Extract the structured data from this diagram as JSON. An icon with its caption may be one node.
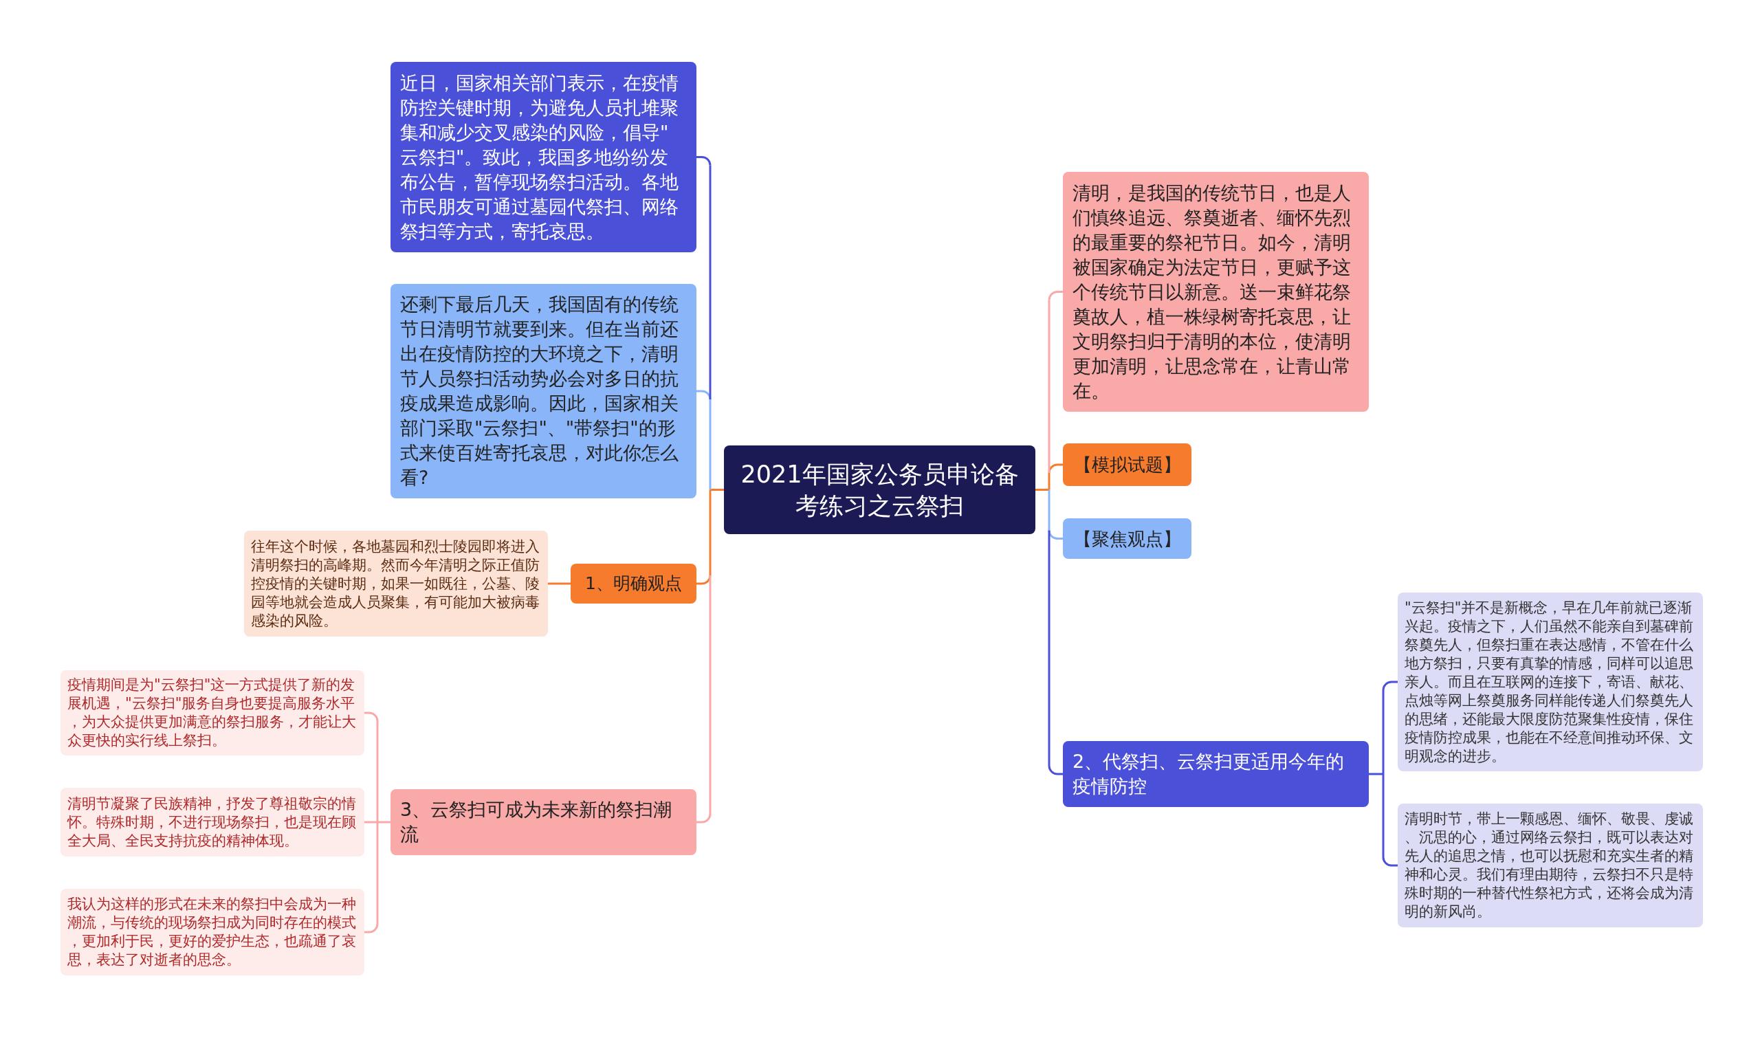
{
  "diagram": {
    "nodes": [
      {
        "text": [
          "2021年国家公务员申论备考练习之云祭扫"
        ]
      },
      {
        "text": [
          "近日，国家相关部门表示，在疫情防控关键时期，为避免人员扎堆聚集和减少交叉感染的风险，倡导\"云祭扫\"。致此，我国多地纷纷发布公告，暂停现场祭扫活动。各地市民朋友可通过墓园代祭扫、网络祭扫等方式，寄托哀思。"
        ]
      },
      {
        "text": [
          "还剩下最后几天，我国固有的传统节日清明节就要到来。但在当前还出在疫情防控的大环境之下，清明节人员祭扫活动势必会对多日的抗疫成果造成影响。因此，国家相关部门采取\"云祭扫\"、\"带祭扫\"的形式来使百姓寄托哀思，对此你怎么看?"
        ]
      },
      {
        "text": [
          "1、明确观点"
        ]
      },
      {
        "text": [
          "往年这个时候，各地墓园和烈士陵园即将进入清明祭扫的高峰期。然而今年清明之际正值防控疫情的关键时期，如果一如既往，公墓、陵园等地就会造成人员聚集，有可能加大被病毒感染的风险。"
        ]
      },
      {
        "text": [
          "3、云祭扫可成为未来新的祭扫潮流"
        ]
      },
      {
        "text": [
          "疫情期间是为\"云祭扫\"这一方式提供了新的发展机遇，\"云祭扫\"服务自身也要提高服务水平，为大众提供更加满意的祭扫服务，才能让大众更快的实行线上祭扫。"
        ]
      },
      {
        "text": [
          "清明节凝聚了民族精神，抒发了尊祖敬宗的情怀。特殊时期，不进行现场祭扫，也是现在顾全大局、全民支持抗疫的精神体现。"
        ]
      },
      {
        "text": [
          "我认为这样的形式在未来的祭扫中会成为一种潮流，与传统的现场祭扫成为同时存在的模式，更加利于民，更好的爱护生态，也疏通了哀思，表达了对逝者的思念。"
        ]
      },
      {
        "text": [
          "清明，是我国的传统节日，也是人们慎终追远、祭奠逝者、缅怀先烈的最重要的祭祀节日。如今，清明被国家确定为法定节日，更赋予这个传统节日以新意。送一束鲜花祭奠故人，植一株绿树寄托哀思，让文明祭扫归于清明的本位，使清明更加清明，让思念常在，让青山常在。"
        ]
      },
      {
        "text": [
          "【模拟试题】"
        ]
      },
      {
        "text": [
          "【聚焦观点】"
        ]
      },
      {
        "text": [
          "2、代祭扫、云祭扫更适用今年的疫情防控"
        ]
      },
      {
        "text": [
          "\"云祭扫\"并不是新概念，早在几年前就已逐渐兴起。疫情之下，人们虽然不能亲自到墓碑前祭奠先人，但祭扫重在表达感情，不管在什么地方祭扫，只要有真挚的情感，同样可以追思亲人。而且在互联网的连接下，寄语、献花、点烛等网上祭奠服务同样能传递人们祭奠先人的思绪，还能最大限度防范聚集性疫情，保住疫情防控成果，也能在不经意间推动环保、文明观念的进步。"
        ]
      },
      {
        "text": [
          "清明时节，带上一颗感恩、缅怀、敬畏、虔诚、沉思的心，通过网络云祭扫，既可以表达对先人的追思之情，也可以抚慰和充实生者的精神和心灵。我们有理由期待，云祭扫不只是特殊时期的一种替代性祭祀方式，还将会成为清明的新风尚。"
        ]
      }
    ],
    "edges": [
      {
        "from": 0,
        "to": 1,
        "arrow": "none",
        "color": "#4b50d8"
      },
      {
        "from": 0,
        "to": 2,
        "arrow": "none",
        "color": "#8bb5f9"
      },
      {
        "from": 0,
        "to": 3,
        "arrow": "none",
        "color": "#f77b2d"
      },
      {
        "from": 3,
        "to": 4,
        "arrow": "none",
        "color": "#f77b2d"
      },
      {
        "from": 0,
        "to": 5,
        "arrow": "none",
        "color": "#f8a9a8"
      },
      {
        "from": 5,
        "to": 6,
        "arrow": "none",
        "color": "#f8a9a8"
      },
      {
        "from": 5,
        "to": 7,
        "arrow": "none",
        "color": "#f8a9a8"
      },
      {
        "from": 5,
        "to": 8,
        "arrow": "none",
        "color": "#f8a9a8"
      },
      {
        "from": 0,
        "to": 9,
        "arrow": "none",
        "color": "#f8a9a8"
      },
      {
        "from": 0,
        "to": 10,
        "arrow": "none",
        "color": "#f77b2d"
      },
      {
        "from": 0,
        "to": 11,
        "arrow": "none",
        "color": "#8bb5f9"
      },
      {
        "from": 0,
        "to": 12,
        "arrow": "none",
        "color": "#4b50d8"
      },
      {
        "from": 12,
        "to": 13,
        "arrow": "none",
        "color": "#4b50d8"
      },
      {
        "from": 12,
        "to": 14,
        "arrow": "none",
        "color": "#4b50d8"
      }
    ]
  }
}
